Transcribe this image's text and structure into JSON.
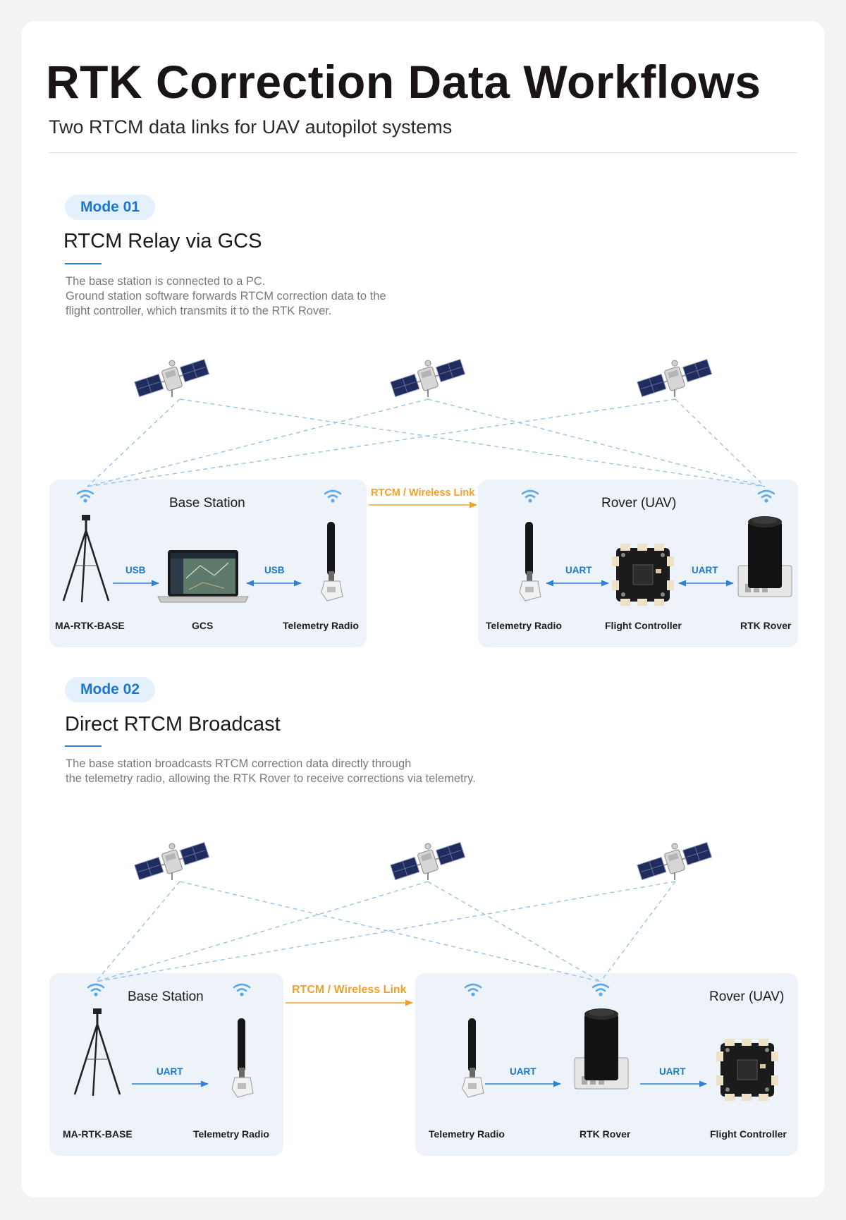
{
  "header": {
    "title": "RTK Correction Data Workflows",
    "subtitle": "Two RTCM data links for UAV autopilot systems"
  },
  "mode1": {
    "badge": "Mode 01",
    "heading": "RTCM Relay via GCS",
    "desc_lines": [
      "The base station is connected to a PC.",
      "Ground station software forwards RTCM correction data to the",
      "flight controller, which transmits it to the RTK Rover."
    ],
    "base_panel_title": "Base Station",
    "rover_panel_title": "Rover (UAV)",
    "wireless_link": "RTCM / Wireless Link",
    "labels": {
      "tripod": "MA-RTK-BASE",
      "gcs": "GCS",
      "base_radio": "Telemetry Radio",
      "rover_radio": "Telemetry Radio",
      "fc": "Flight Controller",
      "rtk_rover": "RTK Rover"
    },
    "connections": [
      "USB",
      "USB",
      "UART",
      "UART"
    ]
  },
  "mode2": {
    "badge": "Mode 02",
    "heading": "Direct RTCM Broadcast",
    "desc_lines": [
      "The base station broadcasts RTCM correction data directly through",
      "the telemetry radio, allowing the RTK Rover to receive corrections via telemetry."
    ],
    "base_panel_title": "Base Station",
    "rover_panel_title": "Rover (UAV)",
    "wireless_link": "RTCM / Wireless Link",
    "labels": {
      "tripod": "MA-RTK-BASE",
      "base_radio": "Telemetry Radio",
      "rover_radio": "Telemetry Radio",
      "rtk_rover": "RTK Rover",
      "fc": "Flight Controller"
    },
    "connections": [
      "UART",
      "UART",
      "UART"
    ]
  },
  "colors": {
    "accent_blue": "#1976d2",
    "wifi_blue": "#5ca9e8",
    "link_orange": "#f0a12a",
    "panel_bg": "#eef3fa",
    "badge_bg": "#e4f0fb"
  },
  "icons": [
    "satellite-icon",
    "wifi-icon",
    "tripod-icon",
    "laptop-icon",
    "telemetry-radio-icon",
    "flight-controller-icon",
    "rtk-rover-icon"
  ]
}
